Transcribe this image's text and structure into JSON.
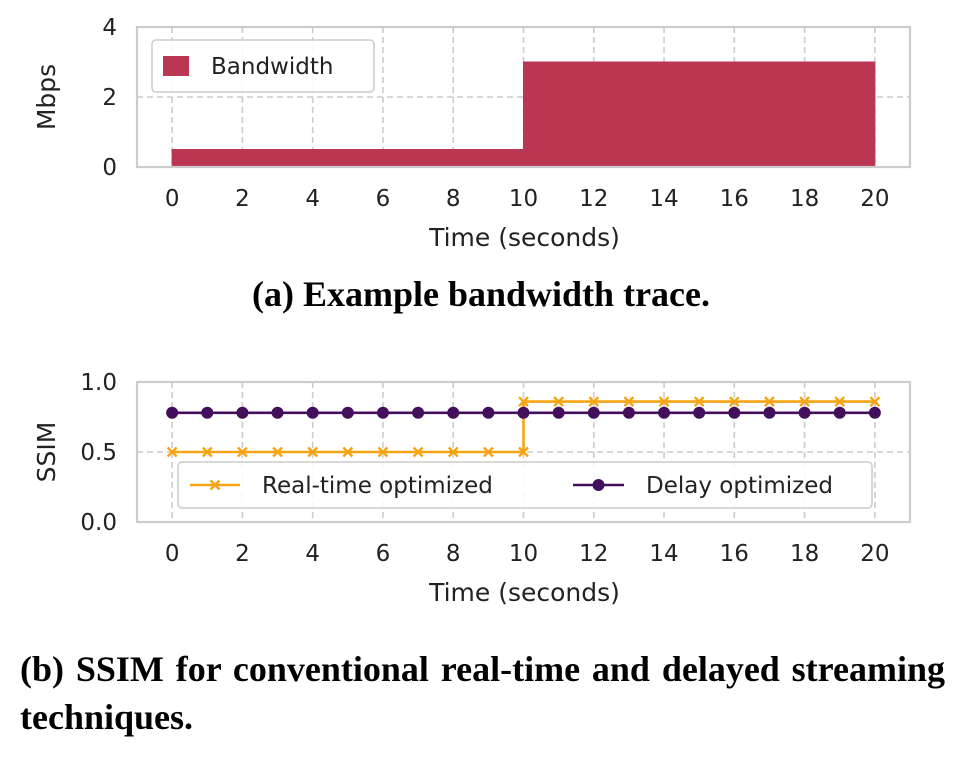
{
  "captions": {
    "a": "(a) Example bandwidth trace.",
    "b": "(b) SSIM for conventional real-time and delayed streaming techniques."
  },
  "chart_data": [
    {
      "type": "area",
      "xlabel": "Time (seconds)",
      "ylabel": "Mbps",
      "xlim": [
        -1,
        21
      ],
      "ylim": [
        0,
        4
      ],
      "xticks": [
        0,
        2,
        4,
        6,
        8,
        10,
        12,
        14,
        16,
        18,
        20
      ],
      "yticks": [
        0,
        2,
        4
      ],
      "grid": true,
      "legend_position": "top-left",
      "series": [
        {
          "name": "Bandwidth",
          "color": "#bb3653",
          "x": [
            0,
            10,
            10,
            20
          ],
          "y": [
            0.5,
            0.5,
            3.0,
            3.0
          ]
        }
      ]
    },
    {
      "type": "line",
      "xlabel": "Time (seconds)",
      "ylabel": "SSIM",
      "xlim": [
        -1,
        21
      ],
      "ylim": [
        0,
        1
      ],
      "xticks": [
        0,
        2,
        4,
        6,
        8,
        10,
        12,
        14,
        16,
        18,
        20
      ],
      "yticks": [
        0.0,
        0.5,
        1.0
      ],
      "ytick_labels": [
        "0.0",
        "0.5",
        "1.0"
      ],
      "grid": true,
      "legend_position": "lower-center",
      "series": [
        {
          "name": "Real-time optimized",
          "color": "#f5a514",
          "marker": "x",
          "x": [
            0,
            1,
            2,
            3,
            4,
            5,
            6,
            7,
            8,
            9,
            10,
            10,
            11,
            12,
            13,
            14,
            15,
            16,
            17,
            18,
            19,
            20
          ],
          "y": [
            0.5,
            0.5,
            0.5,
            0.5,
            0.5,
            0.5,
            0.5,
            0.5,
            0.5,
            0.5,
            0.5,
            0.86,
            0.86,
            0.86,
            0.86,
            0.86,
            0.86,
            0.86,
            0.86,
            0.86,
            0.86,
            0.86
          ]
        },
        {
          "name": "Delay optimized",
          "color": "#430f5c",
          "marker": "o",
          "x": [
            0,
            1,
            2,
            3,
            4,
            5,
            6,
            7,
            8,
            9,
            10,
            11,
            12,
            13,
            14,
            15,
            16,
            17,
            18,
            19,
            20
          ],
          "y": [
            0.78,
            0.78,
            0.78,
            0.78,
            0.78,
            0.78,
            0.78,
            0.78,
            0.78,
            0.78,
            0.78,
            0.78,
            0.78,
            0.78,
            0.78,
            0.78,
            0.78,
            0.78,
            0.78,
            0.78,
            0.78
          ]
        }
      ]
    }
  ]
}
